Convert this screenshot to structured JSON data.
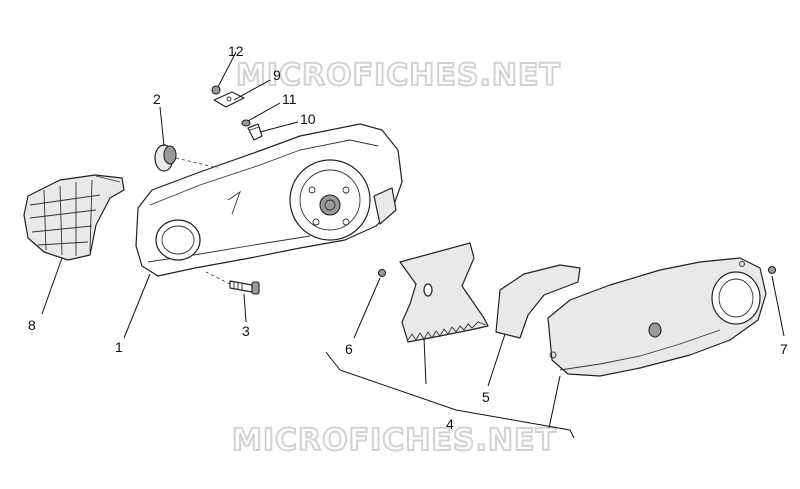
{
  "watermark": "MICROFICHES.NET",
  "callouts": {
    "c1": "1",
    "c2": "2",
    "c3": "3",
    "c4": "4",
    "c5": "5",
    "c6": "6",
    "c7": "7",
    "c8": "8",
    "c9": "9",
    "c10": "10",
    "c11": "11",
    "c12": "12"
  }
}
